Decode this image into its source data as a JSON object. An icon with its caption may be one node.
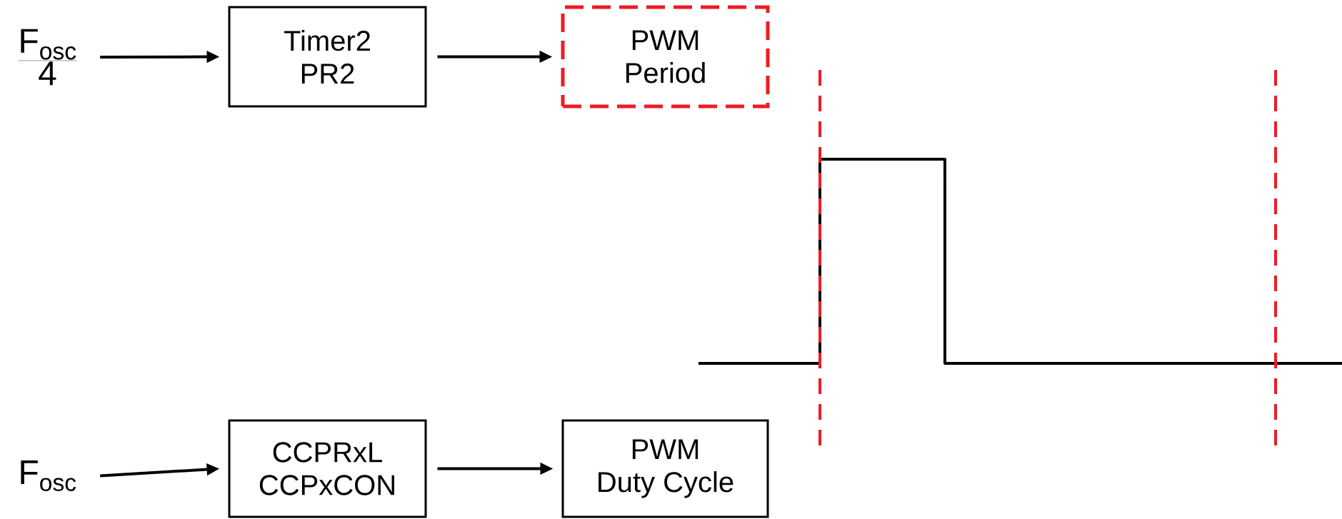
{
  "diagram": {
    "nodes": [
      {
        "text": [
          "\\frac{\\mathsf{F}_{\\mathsf{osc}}}{\\mathsf{4}}"
        ]
      },
      {
        "text": [
          "Timer2 PR2"
        ]
      },
      {
        "text": [
          "PWM Period"
        ]
      },
      {
        "text": [
          "\\mathsf{F}_{\\mathsf{osc}}"
        ]
      },
      {
        "text": [
          "CCPRxL CCPxCON"
        ]
      },
      {
        "text": [
          "PWM Duty Cycle"
        ]
      }
    ],
    "edges": [
      {
        "from": 0,
        "to": 1,
        "arrow": "to"
      },
      {
        "from": 1,
        "to": 2,
        "arrow": "to"
      },
      {
        "from": 3,
        "to": 4,
        "arrow": "to"
      },
      {
        "from": 4,
        "to": 5,
        "arrow": "to"
      }
    ]
  }
}
